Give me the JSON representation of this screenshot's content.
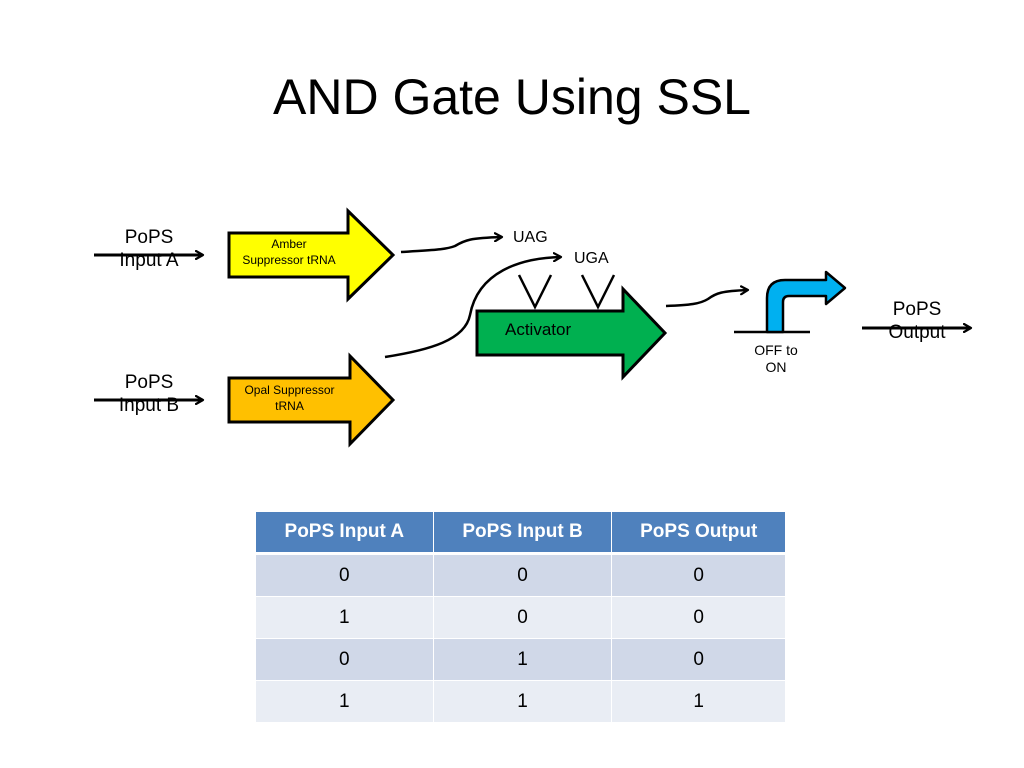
{
  "title": "AND Gate Using SSL",
  "diagram": {
    "input_a": {
      "line1": "PoPS",
      "line2": "Input A"
    },
    "input_b": {
      "line1": "PoPS",
      "line2": "Input B"
    },
    "amber_part": {
      "line1": "Amber",
      "line2": "Suppressor tRNA",
      "color": "#FFFF00"
    },
    "opal_part": {
      "line1": "Opal Suppressor",
      "line2": "tRNA",
      "color": "#FFC000"
    },
    "codons": {
      "uag": "UAG",
      "uga": "UGA"
    },
    "activator": {
      "label": "Activator",
      "color": "#00B050"
    },
    "promoter": {
      "line1": "OFF to",
      "line2": "ON",
      "color": "#00B0F0"
    },
    "output": {
      "line1": "PoPS",
      "line2": "Output"
    }
  },
  "table": {
    "headers": [
      "PoPS Input A",
      "PoPS Input B",
      "PoPS Output"
    ],
    "rows": [
      [
        "0",
        "0",
        "0"
      ],
      [
        "1",
        "0",
        "0"
      ],
      [
        "0",
        "1",
        "0"
      ],
      [
        "1",
        "1",
        "1"
      ]
    ],
    "colors": {
      "header": "#4F81BD",
      "row_odd": "#D0D8E8",
      "row_even": "#E9EDF4"
    }
  }
}
